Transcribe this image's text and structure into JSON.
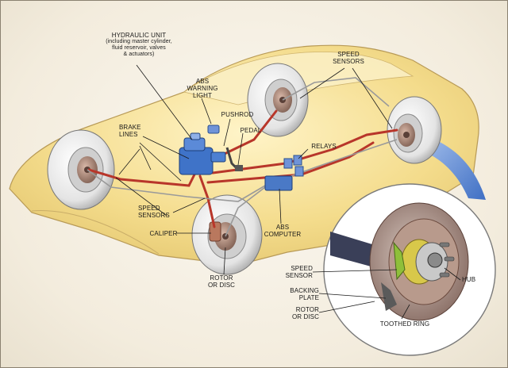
{
  "labels": {
    "hydraulic_unit": "HYDRAULIC UNIT",
    "hydraulic_unit_detail": "(including master cylinder,\nfluid reservoir, valves\n& actuators)",
    "abs_warning_light": "ABS\nWARNING\nLIGHT",
    "pushrod": "PUSHROD",
    "pedal": "PEDAL",
    "brake_lines": "BRAKE\nLINES",
    "speed_sensors_top": "SPEED\nSENSORS",
    "relays": "RELAYS",
    "speed_sensors_left": "SPEED\nSENSORS",
    "abs_computer": "ABS\nCOMPUTER",
    "caliper": "CALIPER",
    "rotor_or_disc_front": "ROTOR\nOR DISC",
    "speed_sensor_inset": "SPEED\nSENSOR",
    "hub": "HUB",
    "backing_plate": "BACKING\nPLATE",
    "rotor_or_disc_inset": "ROTOR\nOR DISC",
    "toothed_ring": "TOOTHED RING"
  },
  "colors": {
    "car_body": "#f4dc8c",
    "brake_line": "#b8362a",
    "hydraulic_unit": "#3f73c8",
    "tire": "#eeeeee",
    "inset_background": "#ffffff",
    "sensor_green": "#8fbf3a"
  }
}
